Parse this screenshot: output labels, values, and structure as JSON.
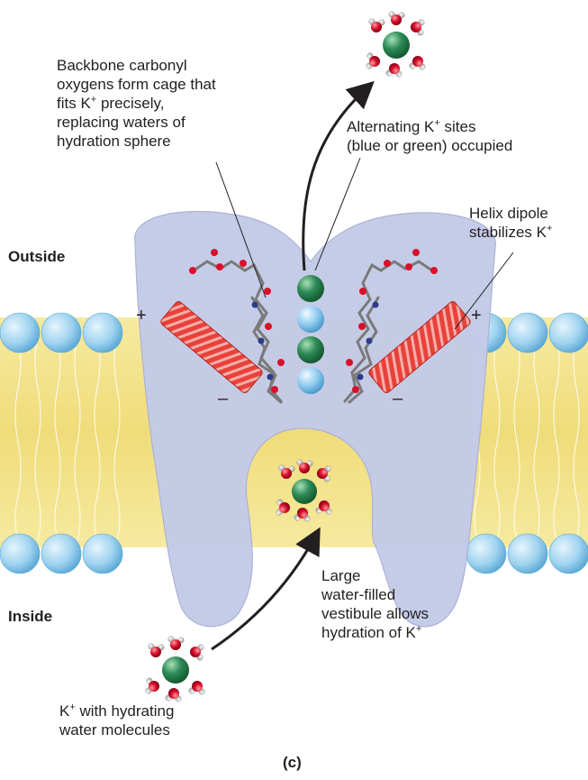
{
  "labels": {
    "backbone": [
      "Backbone carbonyl",
      "oxygens form cage that",
      "fits K",
      "+",
      " precisely,",
      "replacing waters of",
      "hydration sphere"
    ],
    "alternating": [
      "Alternating K",
      "+",
      " sites",
      "(blue or green) occupied"
    ],
    "helix": [
      "Helix dipole",
      "stabilizes K",
      "+"
    ],
    "outside": "Outside",
    "inside": "Inside",
    "vestibule": [
      "Large",
      "water-filled",
      "vestibule allows",
      "hydration of K",
      "+"
    ],
    "hydrating": [
      "K",
      "+",
      " with hydrating",
      "water molecules"
    ],
    "panel": "(c)",
    "plus": "+",
    "minus": "–"
  },
  "colors": {
    "protein": "#c4cbe8",
    "membrane_tail": "#f4e58e",
    "lipid_head": "#9fd3ef",
    "helix": "#e8423c",
    "ion_green": "#2e8b57",
    "ion_blue": "#8dc9ef",
    "oxygen": "#d9102b",
    "hydrogen": "#e8e8e8"
  },
  "icons": [
    "k-ion-icon",
    "water-molecule-icon",
    "helix-icon",
    "lipid-bilayer-icon"
  ]
}
